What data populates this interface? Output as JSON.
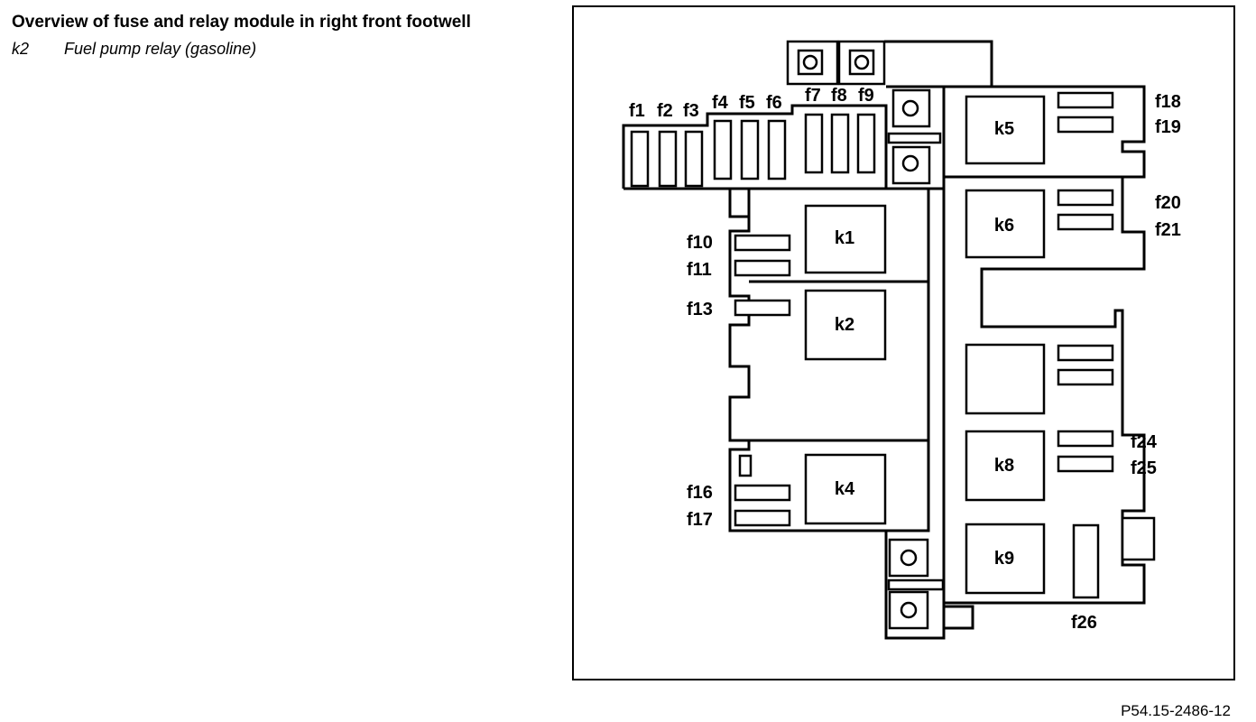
{
  "header": {
    "title": "Overview of fuse and relay module in right front footwell",
    "legend_code": "k2",
    "legend_text": "Fuel pump relay (gasoline)"
  },
  "figure_ref": "P54.15-2486-12",
  "diagram": {
    "fuses": [
      "f1",
      "f2",
      "f3",
      "f4",
      "f5",
      "f6",
      "f7",
      "f8",
      "f9",
      "f10",
      "f11",
      "f13",
      "f16",
      "f17",
      "f18",
      "f19",
      "f20",
      "f21",
      "f24",
      "f25",
      "f26"
    ],
    "relays": [
      "k1",
      "k2",
      "k4",
      "k5",
      "k6",
      "k8",
      "k9"
    ]
  }
}
